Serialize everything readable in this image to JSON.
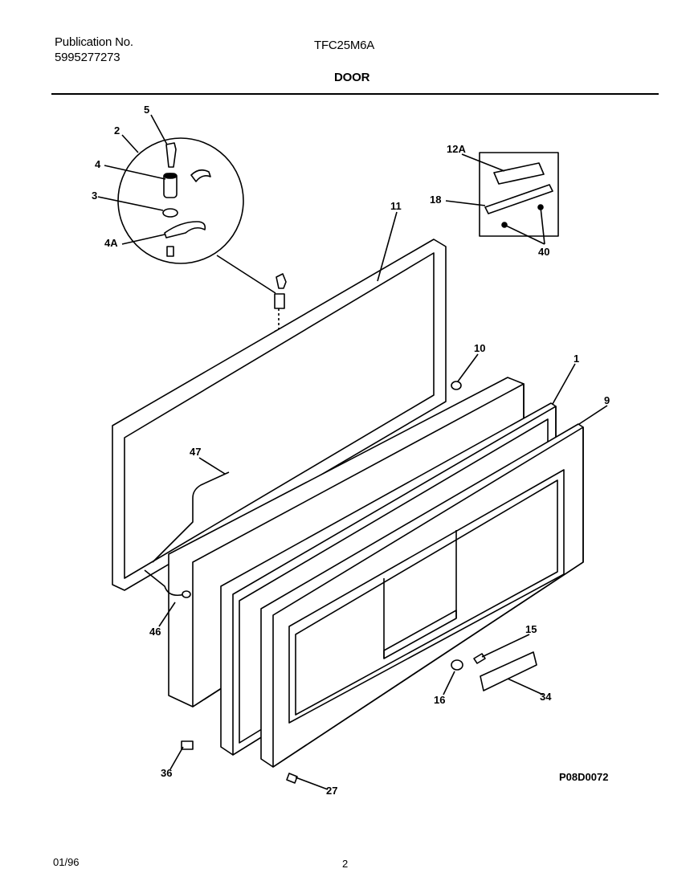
{
  "header": {
    "publication_label": "Publication No.",
    "publication_number": "5995277273",
    "model": "TFC25M6A",
    "section_title": "DOOR"
  },
  "diagram": {
    "callouts": [
      "5",
      "2",
      "4",
      "3",
      "4A",
      "11",
      "12A",
      "18",
      "40",
      "10",
      "1",
      "9",
      "47",
      "46",
      "15",
      "16",
      "34",
      "36",
      "27"
    ],
    "drawing_code": "P08D0072"
  },
  "footer": {
    "date": "01/96",
    "page": "2"
  }
}
